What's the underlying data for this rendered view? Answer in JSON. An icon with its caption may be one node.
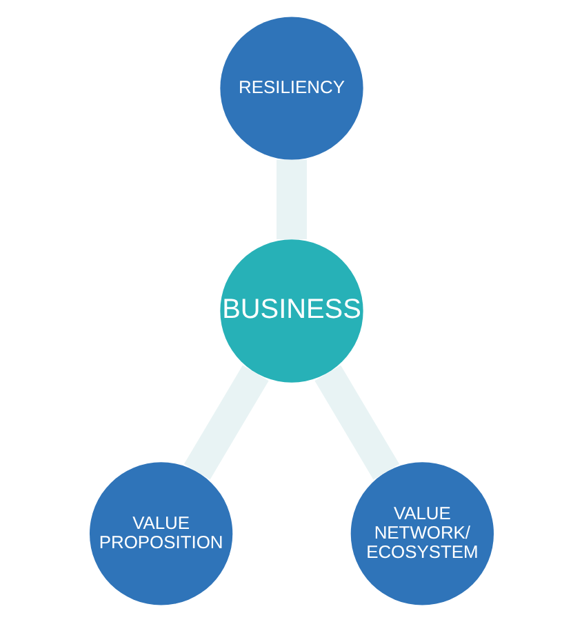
{
  "diagram": {
    "nodes": [
      {
        "text": [
          "RESILIENCY"
        ]
      },
      {
        "text": [
          "BUSINESS"
        ]
      },
      {
        "text": [
          "VALUE PROPOSITION"
        ]
      },
      {
        "text": [
          "VALUE NETWORK/ ECOSYSTEM"
        ]
      }
    ],
    "edges": [
      {
        "from": 0,
        "to": 1,
        "arrow": "none"
      },
      {
        "from": 1,
        "to": 2,
        "arrow": "none"
      },
      {
        "from": 1,
        "to": 3,
        "arrow": "none"
      }
    ]
  }
}
